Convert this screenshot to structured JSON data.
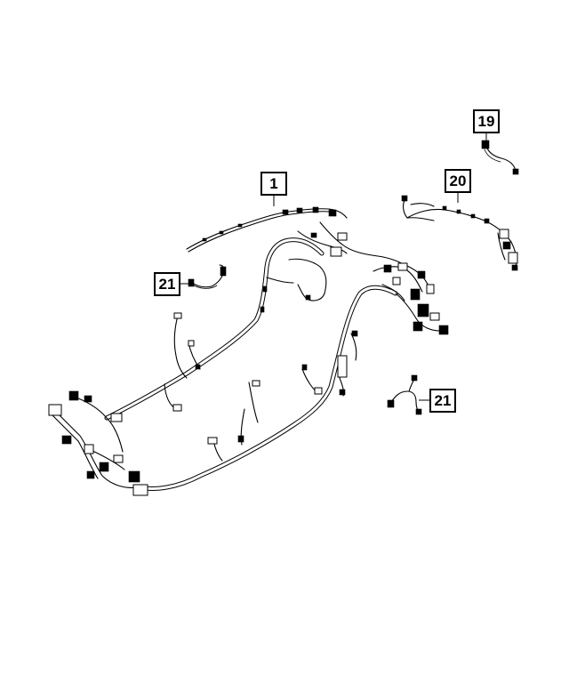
{
  "callouts": {
    "harness_1": "1",
    "harness_19": "19",
    "harness_20": "20",
    "harness_21_left": "21",
    "harness_21_right": "21"
  }
}
